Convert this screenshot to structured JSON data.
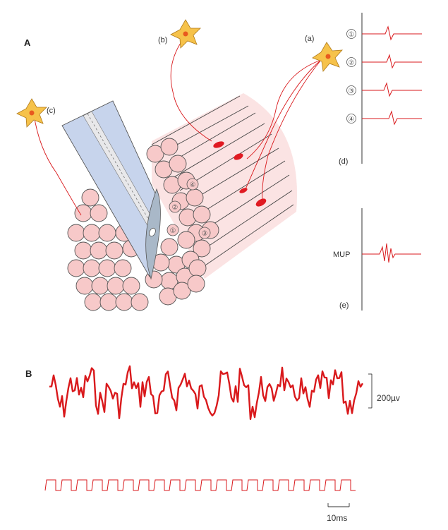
{
  "panels": {
    "a": "A",
    "b": "B"
  },
  "neurons": [
    {
      "label": "(a)"
    },
    {
      "label": "(b)"
    },
    {
      "label": "(c)"
    }
  ],
  "fiber_numbers": [
    "①",
    "②",
    "③",
    "④"
  ],
  "trace_labels": {
    "d": "(d)",
    "e": "(e)",
    "mup": "MUP"
  },
  "scale": {
    "voltage": "200µv",
    "time": "10ms"
  },
  "colors": {
    "signal": "#d9191c",
    "fiber_fill": "#f7c9c9",
    "fiber_light": "#fbe3e3",
    "needle": "#c7d4ec",
    "neuron_fill": "#f6c24a"
  }
}
